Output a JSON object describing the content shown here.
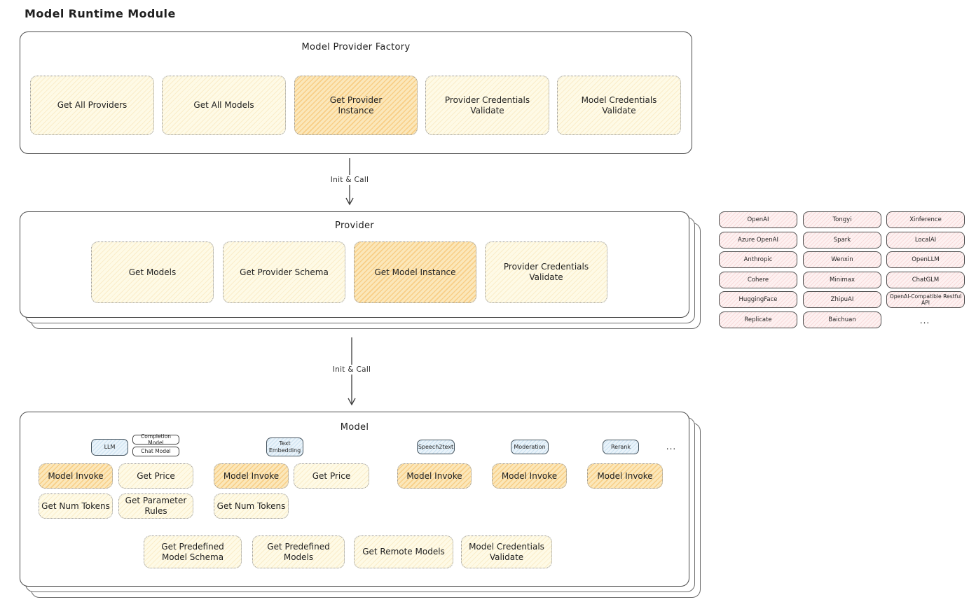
{
  "page_title": "Model Runtime Module",
  "factory": {
    "title": "Model Provider Factory",
    "buttons": [
      "Get All Providers",
      "Get All Models",
      "Get Provider Instance",
      "Provider Credentials Validate",
      "Model Credentials Validate"
    ]
  },
  "arrow1_label": "Init & Call",
  "arrow2_label": "Init & Call",
  "provider": {
    "title": "Provider",
    "buttons": [
      "Get Models",
      "Get Provider Schema",
      "Get Model Instance",
      "Provider Credentials Validate"
    ]
  },
  "providers": [
    "OpenAI",
    "Tongyi",
    "Xinference",
    "Azure OpenAI",
    "Spark",
    "LocalAI",
    "Anthropic",
    "Wenxin",
    "OpenLLM",
    "Cohere",
    "Minimax",
    "ChatGLM",
    "HuggingFace",
    "ZhipuAI",
    "OpenAI-Compatible Restful API",
    "Replicate",
    "Baichuan"
  ],
  "providers_more": "...",
  "model": {
    "title": "Model",
    "types": {
      "llm": "LLM",
      "completion": "Completion Model",
      "chat": "Chat Model",
      "text_embedding": "Text Embedding",
      "speech2text": "Speech2text",
      "moderation": "Moderation",
      "rerank": "Rerank",
      "more": "..."
    },
    "buttons": {
      "llm_invoke": "Model Invoke",
      "llm_price": "Get Price",
      "llm_tokens": "Get Num Tokens",
      "llm_rules": "Get Parameter Rules",
      "te_invoke": "Model Invoke",
      "te_price": "Get Price",
      "te_tokens": "Get Num Tokens",
      "s2t_invoke": "Model Invoke",
      "moderation_invoke": "Model Invoke",
      "rerank_invoke": "Model Invoke",
      "predefined_schema": "Get Predefined Model Schema",
      "predefined_models": "Get Predefined Models",
      "remote_models": "Get Remote Models",
      "credentials_validate": "Model Credentials Validate"
    }
  },
  "colors": {
    "accent_yellow": "#fefae6",
    "accent_orange": "#f6c56d",
    "accent_pink": "#fdf1f1",
    "accent_blue": "#e9f3fa",
    "stroke": "#494949"
  }
}
